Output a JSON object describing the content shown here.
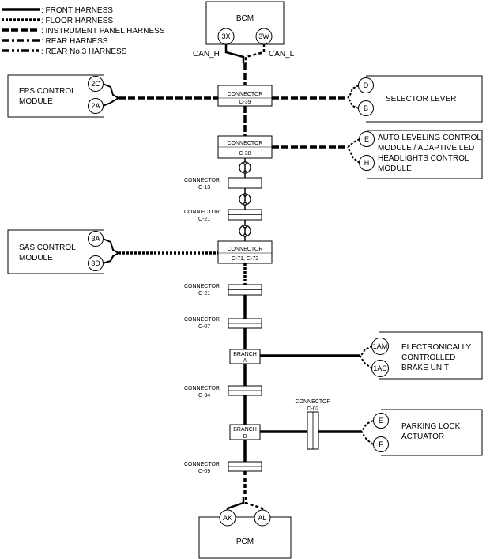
{
  "legend": [
    {
      "style": "front",
      "label": ": FRONT HARNESS"
    },
    {
      "style": "floor",
      "label": ": FLOOR HARNESS"
    },
    {
      "style": "instrument",
      "label": ": INSTRUMENT PANEL HARNESS"
    },
    {
      "style": "rear",
      "label": ": REAR HARNESS"
    },
    {
      "style": "rear3",
      "label": ": REAR No.3 HARNESS"
    }
  ],
  "modules": {
    "bcm": {
      "name": "BCM",
      "pins": [
        "3X",
        "3W"
      ],
      "signals": [
        "CAN_H",
        "CAN_L"
      ]
    },
    "eps": {
      "name_lines": [
        "EPS CONTROL",
        "MODULE"
      ],
      "pins": [
        "2C",
        "2A"
      ]
    },
    "selector": {
      "name": "SELECTOR LEVER",
      "pins": [
        "D",
        "B"
      ]
    },
    "auto_leveling": {
      "name_lines": [
        "AUTO LEVELING CONTROL",
        "MODULE / ADAPTIVE LED",
        "HEADLIGHTS CONTROL",
        "MODULE"
      ],
      "pins": [
        "E",
        "H"
      ]
    },
    "sas": {
      "name_lines": [
        "SAS CONTROL",
        "MODULE"
      ],
      "pins": [
        "3A",
        "3D"
      ]
    },
    "brake": {
      "name_lines": [
        "ELECTRONICALLY",
        "CONTROLLED",
        "BRAKE UNIT"
      ],
      "pins": [
        "1AM",
        "1AC"
      ]
    },
    "parking": {
      "name_lines": [
        "PARKING LOCK",
        "ACTUATOR"
      ],
      "pins": [
        "E",
        "F"
      ]
    },
    "pcm": {
      "name": "PCM",
      "pins": [
        "AK",
        "AL"
      ]
    }
  },
  "connectors": {
    "c39": [
      "CONNECTOR",
      "C-39"
    ],
    "c38": [
      "CONNECTOR",
      "C-38"
    ],
    "c13": [
      "CONNECTOR",
      "C-13"
    ],
    "c21a": [
      "CONNECTOR",
      "C-21"
    ],
    "c71": [
      "CONNECTOR",
      "C-71, C-72"
    ],
    "c21b": [
      "CONNECTOR",
      "C-21"
    ],
    "c07": [
      "CONNECTOR",
      "C-07"
    ],
    "c34": [
      "CONNECTOR",
      "C-34"
    ],
    "c02": [
      "CONNECTOR",
      "C-02"
    ],
    "c09": [
      "CONNECTOR",
      "C-09"
    ]
  },
  "branches": {
    "a": [
      "BRANCH",
      "A"
    ],
    "b": [
      "BRANCH",
      "B"
    ]
  }
}
